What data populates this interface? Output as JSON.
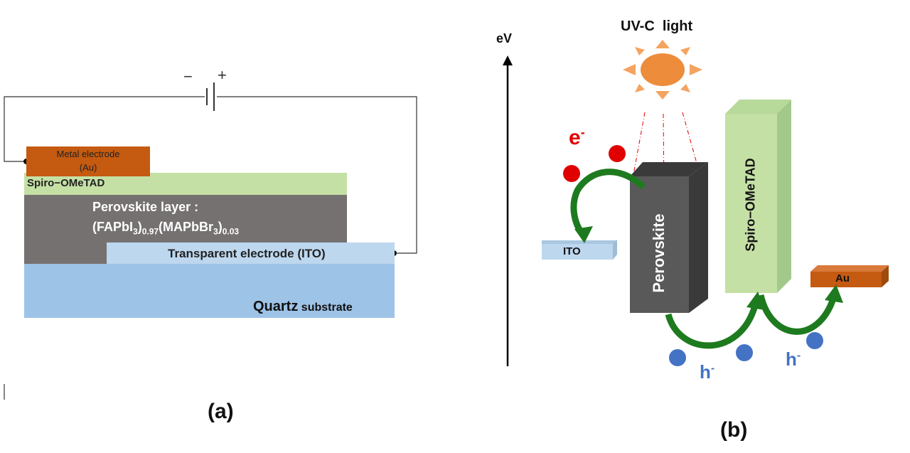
{
  "panel_a": {
    "battery_minus": "−",
    "battery_plus": "+",
    "metal_electrode_line1": "Metal electrode",
    "metal_electrode_line2": "(Au)",
    "spiro_label": "Spiro−OMeTAD",
    "perovskite_line1": "Perovskite layer :",
    "formula_p1": "(FAPbI",
    "formula_sub1": "3",
    "formula_p2": ")",
    "formula_sub2": "0.97",
    "formula_p3": "(MAPbBr",
    "formula_sub3": "3",
    "formula_p4": ")",
    "formula_sub4": "0.03",
    "ito_label": "Transparent electrode (ITO)",
    "quartz_bold": "Quartz",
    "quartz_rest": " substrate",
    "caption": "(a)"
  },
  "panel_b": {
    "axis_label": "eV",
    "light_label": "UV-C  light",
    "electron_label": "e",
    "electron_sup": "-",
    "ito_label": "ITO",
    "perovskite_label": "Perovskite",
    "spiro_label": "Spiro−OMeTAD",
    "au_label": "Au",
    "hole_label_1": "h",
    "hole_sup_1": "-",
    "hole_label_2": "h",
    "hole_sup_2": "-",
    "caption": "(b)"
  },
  "colors": {
    "metal": "#c55a11",
    "spiro": "#c5e0a5",
    "perovskite_layer": "#767171",
    "ito": "#bdd7ee",
    "quartz": "#9dc3e6",
    "sun": "#f4a460",
    "electron": "#e00000",
    "hole": "#4472c4",
    "arrow": "#1e7a1e"
  }
}
